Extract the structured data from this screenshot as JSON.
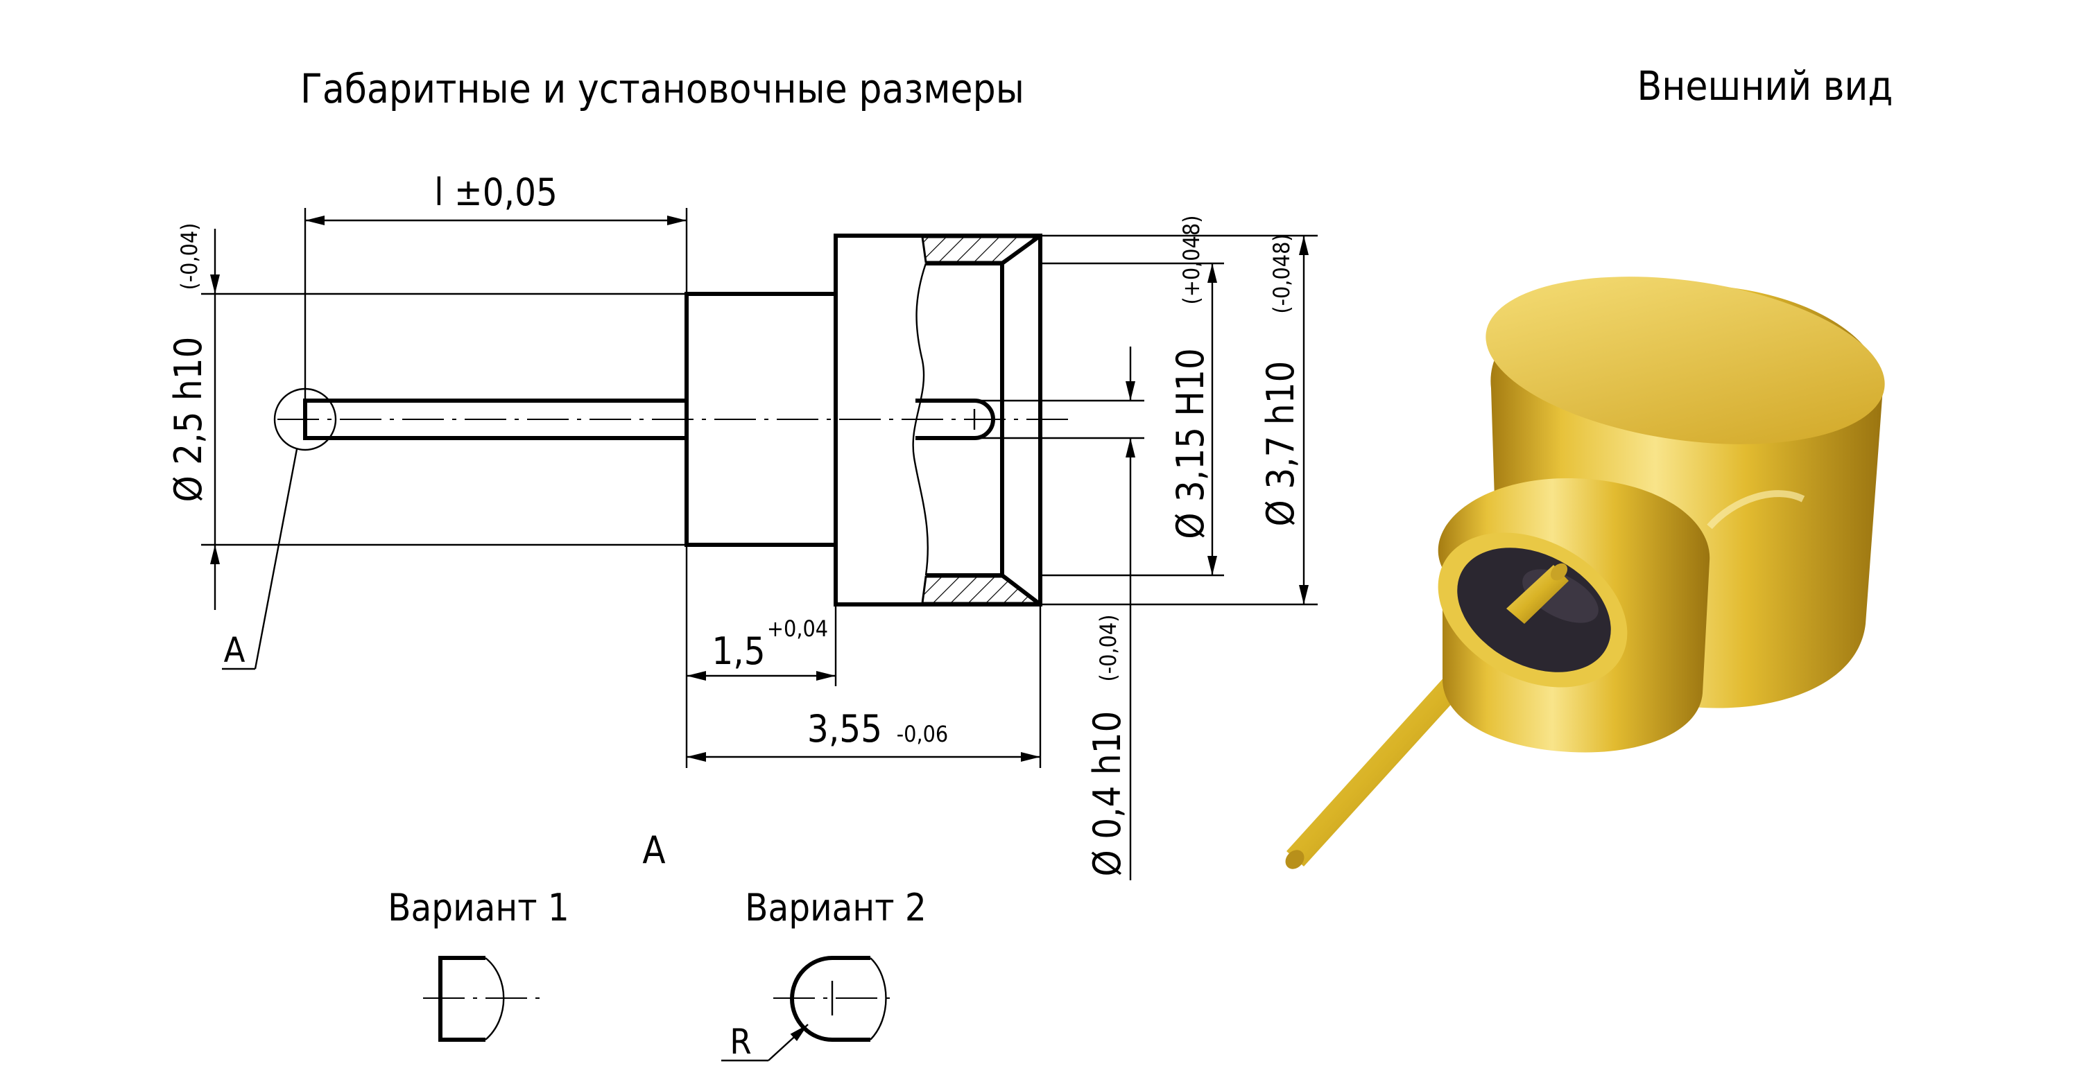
{
  "titles": {
    "drawing": "Габаритные и установочные размеры",
    "photo": "Внешний вид"
  },
  "dimensions": {
    "length": {
      "main": "l ±0,05"
    },
    "dia_2_5": {
      "main": "Ø 2,5 h10",
      "tol": "(-0,04)"
    },
    "dia_3_15": {
      "main": "Ø 3,15 H10",
      "tol": "(+0,048)"
    },
    "dia_3_7": {
      "main": "Ø 3,7 h10",
      "tol": "(-0,048)"
    },
    "dia_0_4": {
      "main": "Ø 0,4 h10",
      "tol": "(-0,04)"
    },
    "step_1_5": {
      "main": "1,5",
      "tol": "+0,04"
    },
    "len_3_55": {
      "main": "3,55",
      "tol": "-0,06"
    }
  },
  "detail": {
    "callout": "A",
    "view_label": "A",
    "variant1": "Вариант 1",
    "variant2": "Вариант 2",
    "radius": "R"
  },
  "colors": {
    "ink": "#000000",
    "gold_light": "#f4dc6a",
    "gold_mid": "#d9b326",
    "gold_dark": "#9a7410",
    "window": "#2b2730"
  }
}
